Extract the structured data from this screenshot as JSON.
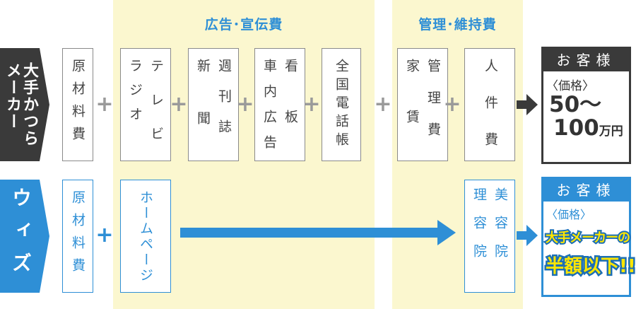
{
  "headers": {
    "ad": "広告･宣伝費",
    "mgmt": "管理･維持費"
  },
  "maker": {
    "label": [
      "大手かつら",
      "メーカー"
    ],
    "boxes": [
      {
        "cols": [
          "原材料費"
        ]
      },
      {
        "cols": [
          "テレビ",
          "ラジオ"
        ]
      },
      {
        "cols": [
          "週刊誌",
          "新　聞"
        ]
      },
      {
        "cols": [
          "看　板",
          "車内広告"
        ]
      },
      {
        "cols": [
          "全国電話帳"
        ]
      },
      {
        "cols": [
          "管理費",
          "家　賃"
        ]
      },
      {
        "cols": [
          "人件費"
        ]
      }
    ],
    "result": {
      "title": "お客様",
      "price_label": "〈価格〉",
      "price_line1": "50〜",
      "price_line2_num": "100",
      "price_line2_unit": "万円"
    }
  },
  "wiz": {
    "label": "ウィズ",
    "boxes": [
      {
        "cols": [
          "原材料費"
        ]
      },
      {
        "cols": [
          "ホームページ"
        ]
      },
      {
        "cols": [
          "美容院",
          "理容院"
        ]
      }
    ],
    "result": {
      "title": "お客様",
      "price_label": "〈価格〉",
      "line1": "大手メーカーの",
      "line2": "半額以下!!"
    }
  },
  "plus_sign": "+",
  "colors": {
    "accent_blue": "#2e8fd6",
    "dark": "#3a3a3a",
    "band": "#fbf7cf",
    "result_text": "#ffe600"
  }
}
